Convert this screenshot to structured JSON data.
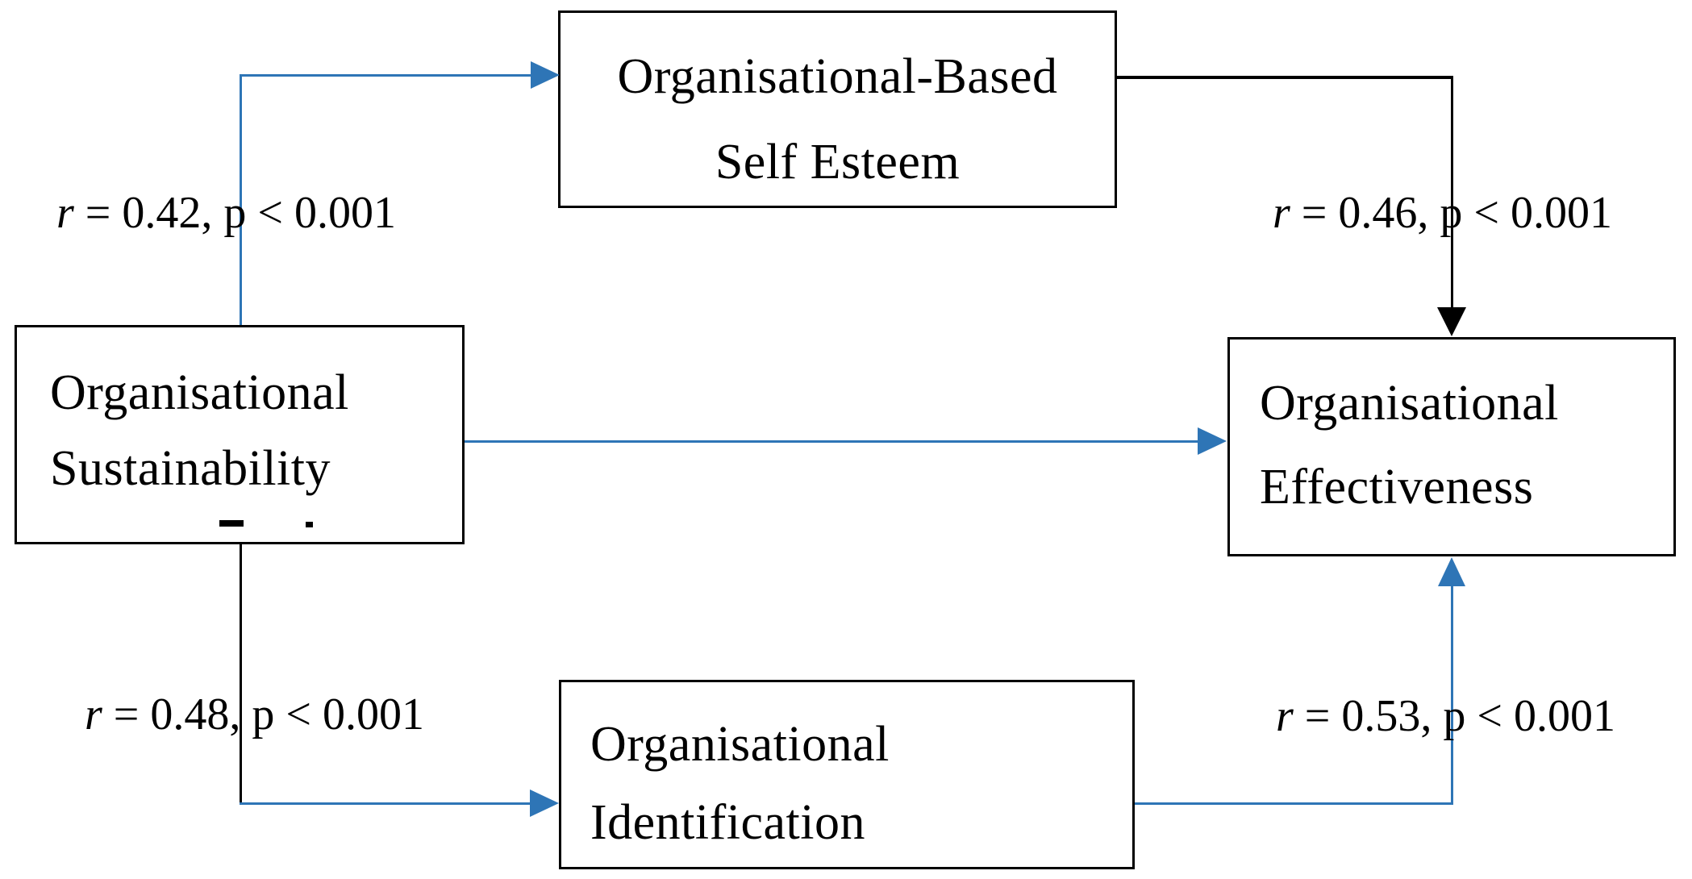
{
  "diagram": {
    "kind": "correlation-path-diagram",
    "colors": {
      "arrow_blue": "#2E75B6",
      "arrow_black": "#000000",
      "box_border": "#000000",
      "text": "#000000",
      "background": "#FFFFFF"
    }
  },
  "nodes": {
    "obse": {
      "lines": [
        "Organisational-Based",
        "Self Esteem"
      ]
    },
    "os": {
      "lines": [
        "Organisational",
        "Sustainability"
      ]
    },
    "oe": {
      "lines": [
        "Organisational",
        "Effectiveness"
      ]
    },
    "oi": {
      "lines": [
        "Organisational",
        "Identification"
      ]
    }
  },
  "edges": [
    {
      "from": "Organisational Sustainability",
      "to": "Organisational-Based Self Esteem",
      "color": "#2E75B6",
      "label_r": "r",
      "label_rest": " = 0.42, p < 0.001"
    },
    {
      "from": "Organisational-Based Self Esteem",
      "to": "Organisational Effectiveness",
      "color": "#000000",
      "label_r": "r",
      "label_rest": " = 0.46, p < 0.001"
    },
    {
      "from": "Organisational Sustainability",
      "to": "Organisational Effectiveness",
      "color": "#2E75B6",
      "label_r": "",
      "label_rest": ""
    },
    {
      "from": "Organisational Sustainability",
      "to": "Organisational Identification",
      "color": "#2E75B6",
      "label_r": "r",
      "label_rest": " = 0.48, p < 0.001"
    },
    {
      "from": "Organisational Identification",
      "to": "Organisational Effectiveness",
      "color": "#2E75B6",
      "label_r": "r",
      "label_rest": " = 0.53, p < 0.001"
    }
  ]
}
